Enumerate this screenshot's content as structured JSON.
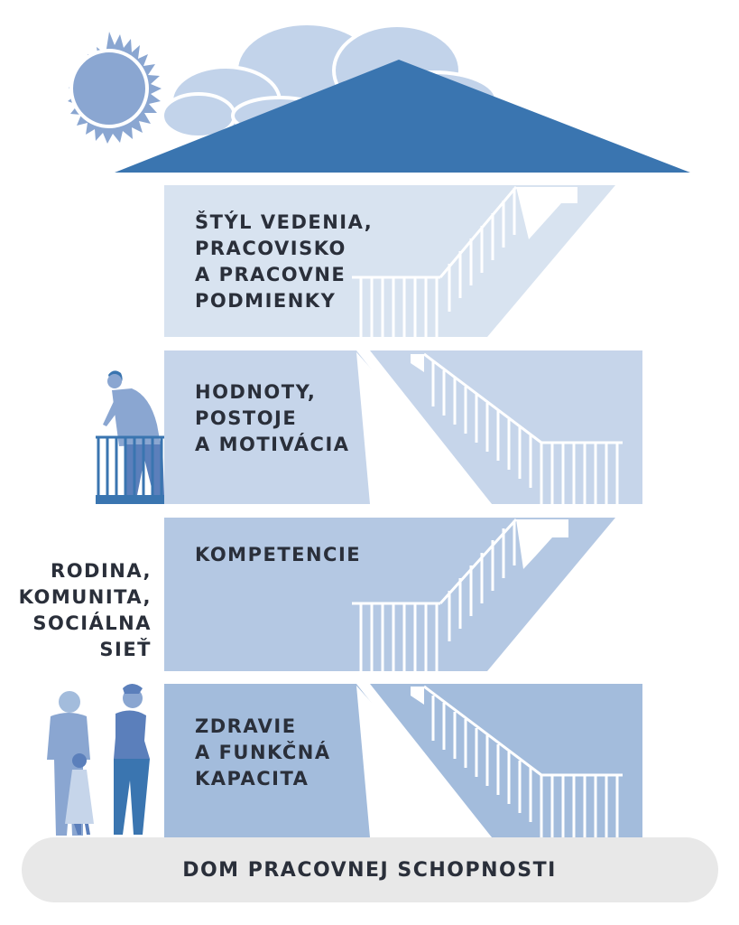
{
  "floors": [
    {
      "label": "ŠTÝL VEDENIA,\nPRACOVISKO\nA PRACOVNE\nPODMIENKY",
      "fill": "#d8e3f0"
    },
    {
      "label": "HODNOTY,\nPOSTOJE\nA MOTIVÁCIA",
      "fill": "#c6d5ea"
    },
    {
      "label": "KOMPETENCIE",
      "fill": "#b4c8e3"
    },
    {
      "label": "ZDRAVIE\nA FUNKČNÁ\nKAPACITA",
      "fill": "#a3bcdc"
    }
  ],
  "side_label": "RODINA,\nKOMUNITA,\nSOCIÁLNA\nSIEŤ",
  "ground_label": "DOM PRACOVNEJ SCHOPNOSTI",
  "colors": {
    "roof": "#3a75b0",
    "sun": "#8aa6d1",
    "cloud": "#c2d3ea",
    "ground": "#e8e8e8",
    "people": "#5b7fbb"
  },
  "icons": [
    "sun-icon",
    "cloud-icon",
    "man-on-balcony-icon",
    "family-icon",
    "staircase-icon"
  ]
}
